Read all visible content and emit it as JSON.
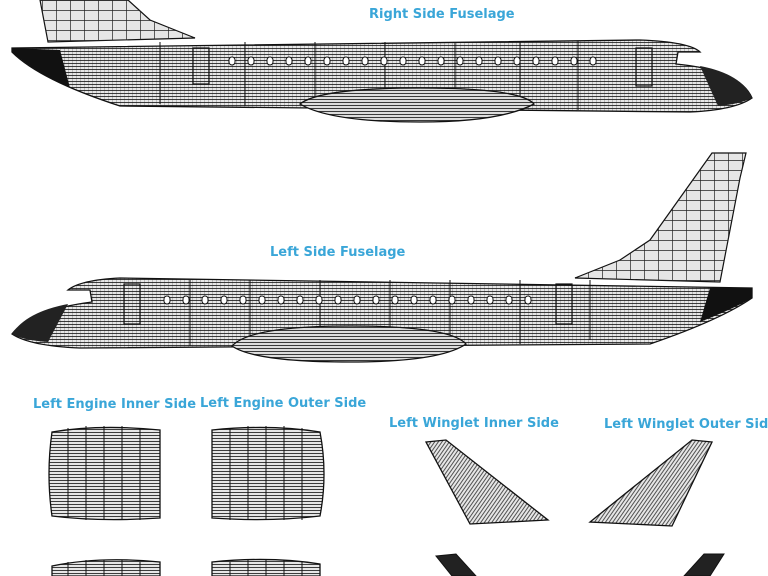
{
  "labels": {
    "right_fuselage": "Right Side Fuselage",
    "left_fuselage": "Left Side Fuselage",
    "engine_inner": "Left Engine Inner Side",
    "engine_outer": "Left Engine Outer Side",
    "winglet_inner": "Left Winglet Inner Side",
    "winglet_outer": "Left Winglet Outer Side"
  },
  "colors": {
    "label": "#3aa6d8",
    "mesh_fill": "#e6e6e6",
    "mesh_line": "#111111"
  }
}
